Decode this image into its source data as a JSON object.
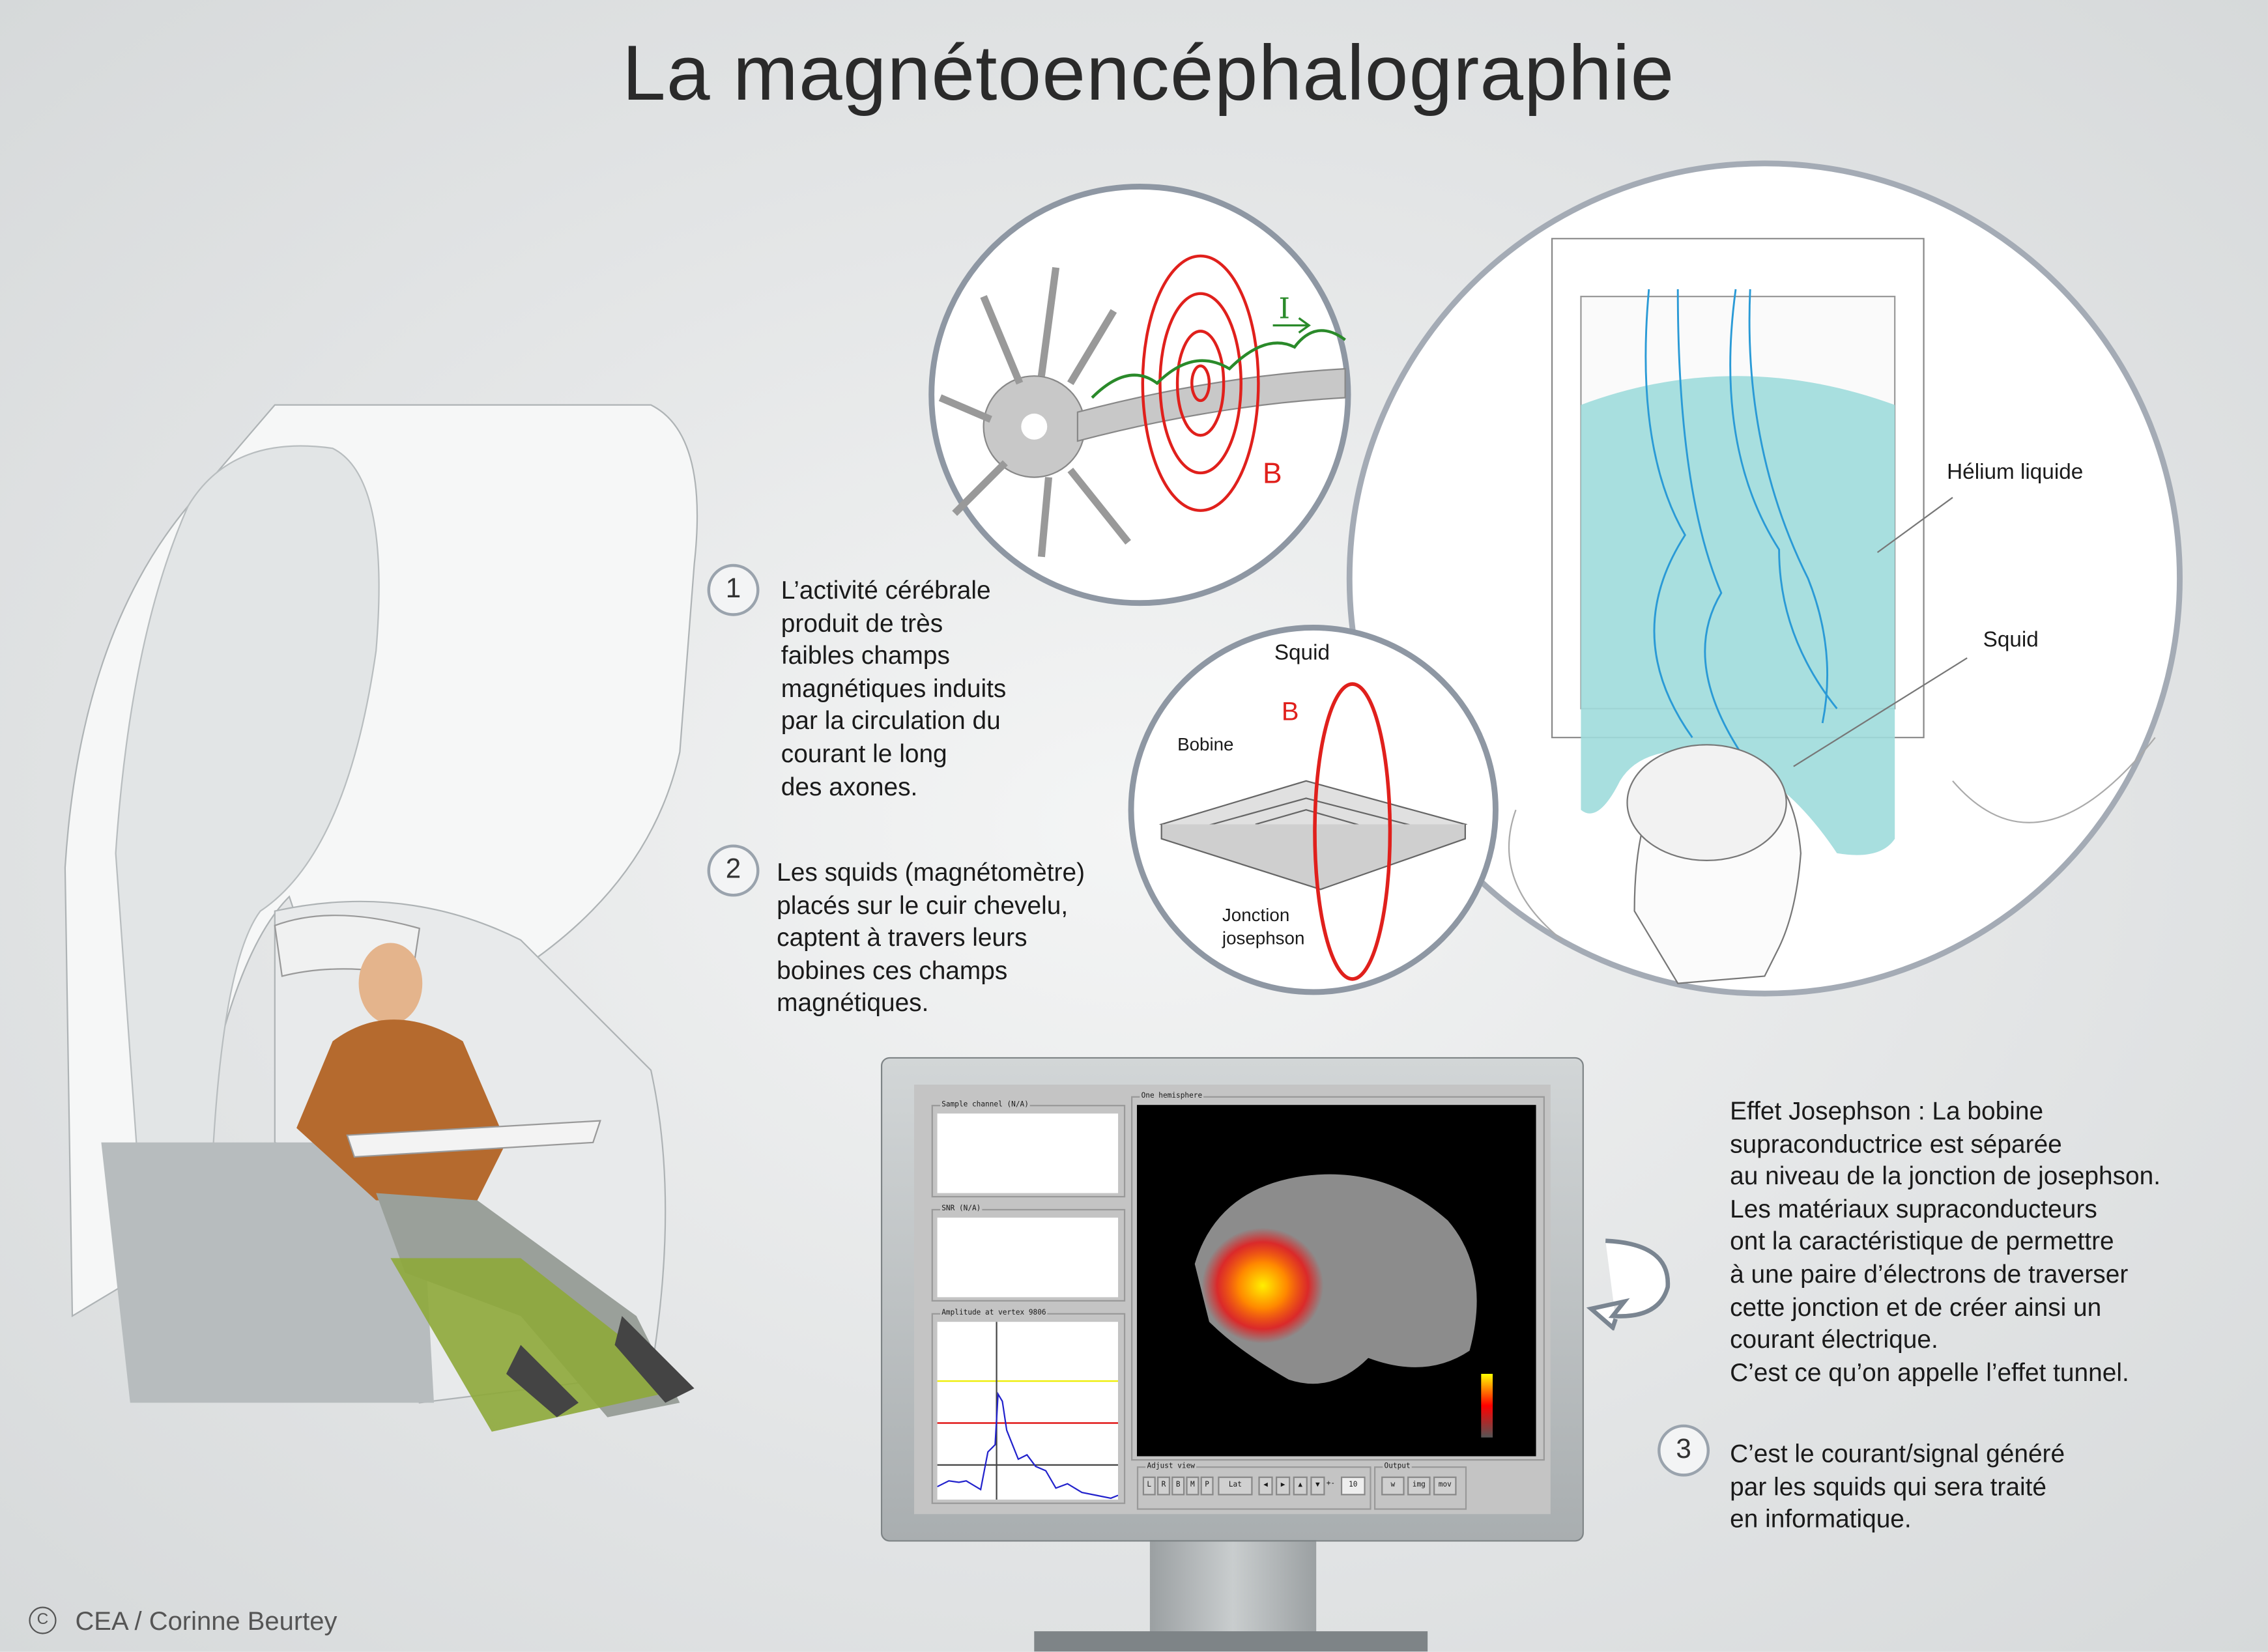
{
  "title": "La magnétoencéphalographie",
  "steps": [
    {
      "number": "1",
      "text": "L’activité cérébrale\nproduit de très\nfaibles champs\nmagnétiques induits\npar la circulation du\ncourant le long\ndes axones."
    },
    {
      "number": "2",
      "text": "Les squids (magnétomètre)\nplacés sur le cuir chevelu,\ncaptent à travers leurs\nbobines ces champs\nmagnétiques."
    },
    {
      "number": "3",
      "text": "C’est le courant/signal généré\npar les squids qui sera traité\nen informatique."
    }
  ],
  "josephson_text": "Effet Josephson : La bobine\nsupraconductrice est séparée\nau niveau de la jonction de josephson.\nLes matériaux supraconducteurs\nont la caractéristique de permettre\nà une paire d’électrons de traverser\ncette jonction et de créer ainsi un\ncourant électrique.\nC’est ce qu’on appelle l’effet tunnel.",
  "neuron_labels": {
    "current": "I",
    "field": "B"
  },
  "squid_labels": {
    "title": "Squid",
    "field": "B",
    "coil": "Bobine",
    "junction": "Jonction\njosephson"
  },
  "helmet_labels": {
    "helium": "Hélium liquide",
    "squid": "Squid"
  },
  "screen": {
    "panels": [
      "Sample channel (N/A)",
      "SNR (N/A)",
      "Amplitude at vertex 9806",
      "One hemisphere"
    ],
    "adjust_view": "Adjust view",
    "view_buttons": [
      "L",
      "R",
      "B",
      "M",
      "P"
    ],
    "view_select": "Lat",
    "step_label": "+-",
    "step_value": "10",
    "output": "Output",
    "output_buttons": [
      "w",
      "img",
      "mov"
    ]
  },
  "credit": "CEA / Corinne Beurtey",
  "copyright_symbol": "C",
  "colors": {
    "field": "#e0201c",
    "current": "#2a8a2a",
    "helium": "#9fdcdc",
    "wire": "#2a9ad6"
  }
}
